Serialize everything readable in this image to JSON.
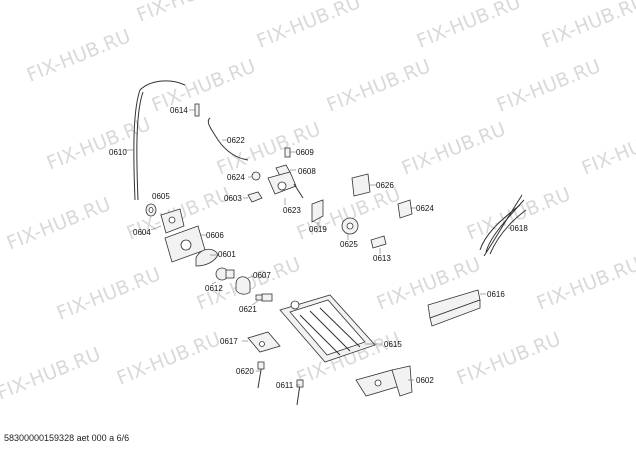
{
  "watermark_text": "FIX-HUB.RU",
  "footer_text": "58300000159328 aet 000 a 6/6",
  "parts": {
    "p0614": "0614",
    "p0610": "0610",
    "p0622": "0622",
    "p0609": "0609",
    "p0608": "0608",
    "p0624a": "0624",
    "p0603": "0603",
    "p0623": "0623",
    "p0605": "0605",
    "p0604": "0604",
    "p0606": "0606",
    "p0601": "0601",
    "p0607": "0607",
    "p0612": "0612",
    "p0621": "0621",
    "p0626": "0626",
    "p0624b": "0624",
    "p0619": "0619",
    "p0625": "0625",
    "p0613": "0613",
    "p0618": "0618",
    "p0616": "0616",
    "p0615": "0615",
    "p0617": "0617",
    "p0620": "0620",
    "p0611": "0611",
    "p0602": "0602"
  }
}
